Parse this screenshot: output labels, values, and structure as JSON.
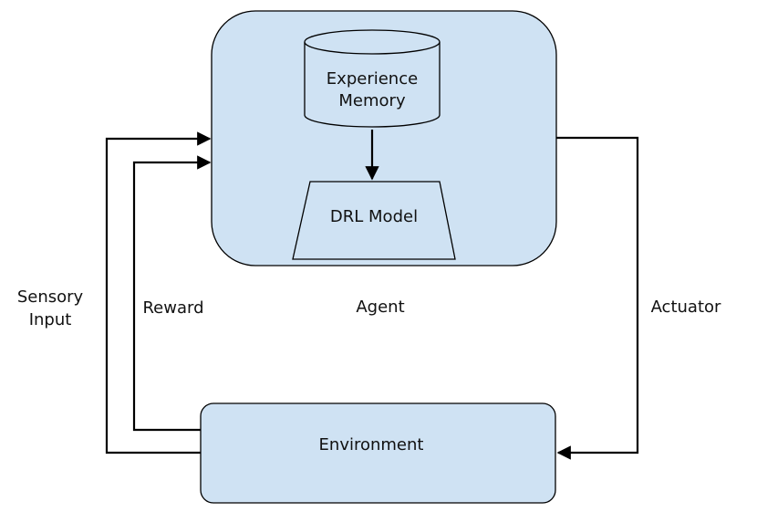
{
  "colors": {
    "box_fill": "#cfe2f3",
    "stroke": "#000000",
    "background": "#ffffff"
  },
  "nodes": {
    "agent": {
      "label": "Agent"
    },
    "experience_memory": {
      "label_line1": "Experience",
      "label_line2": "Memory"
    },
    "drl_model": {
      "label": "DRL Model"
    },
    "environment": {
      "label": "Environment"
    }
  },
  "edges": {
    "sensory_input": {
      "label_line1": "Sensory",
      "label_line2": "Input"
    },
    "reward": {
      "label": "Reward"
    },
    "actuator": {
      "label": "Actuator"
    }
  }
}
